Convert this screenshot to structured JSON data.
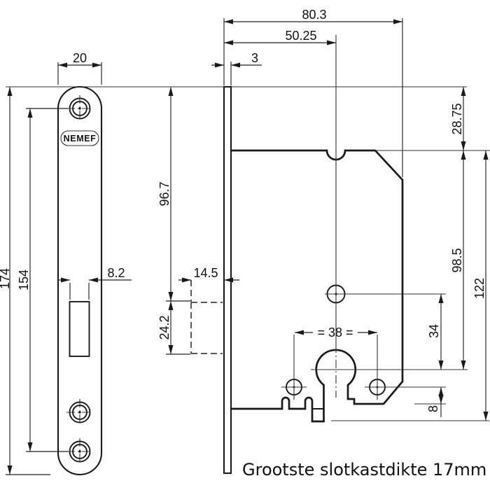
{
  "drawing": {
    "brand_label": "NEMEF",
    "caption": "Grootste slotkastdikte 17mm",
    "dims": {
      "plate_width": "20",
      "plate_length": "174",
      "screw_spacing": "154",
      "latch_slot_width": "8.2",
      "overall_depth": "80.3",
      "backset": "50.25",
      "faceplate_thickness": "3",
      "top_edge_offset": "28.75",
      "front_upper_height": "96.7",
      "latch_pocket_height": "24.2",
      "pocket_depth": "14.5",
      "case_height": "98.5",
      "overall_height": "122",
      "cylinder_screw_spacing": "= 38 =",
      "follower_to_cylinder": "34",
      "screw_to_bottom": "8"
    }
  }
}
